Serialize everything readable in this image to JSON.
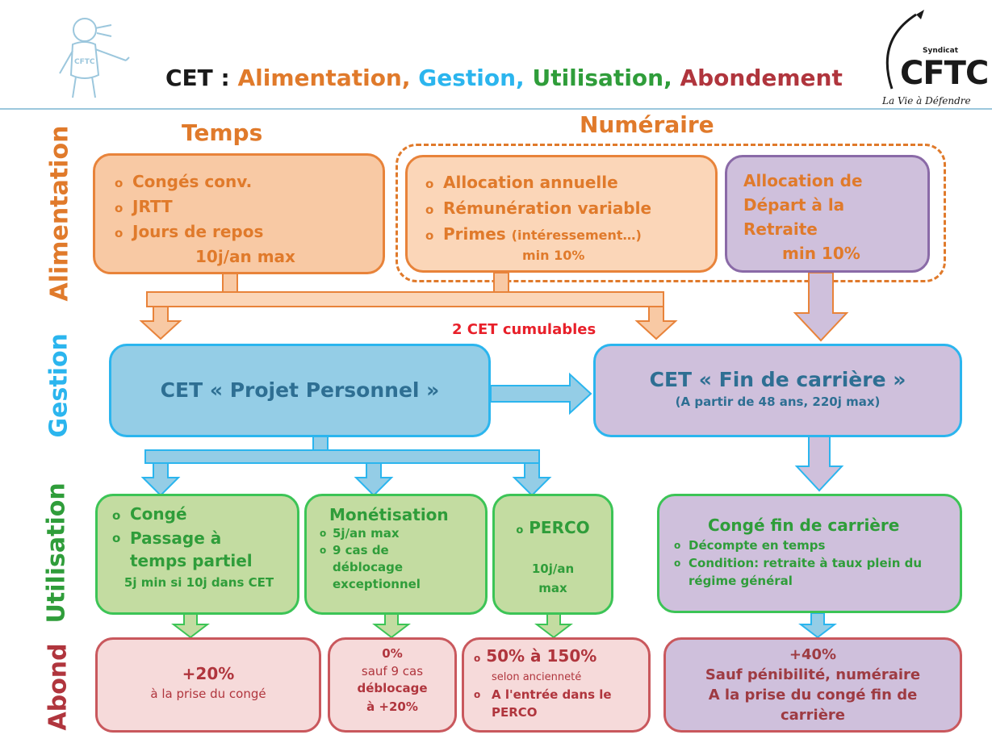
{
  "header": {
    "title_prefix": "CET : ",
    "title_alim": "Alimentation,",
    "title_gestion": "Gestion,",
    "title_util": "Utilisation,",
    "title_abond": "Abondement",
    "logo_small": "Syndicat",
    "logo_main": "CFTC",
    "logo_slogan": "La Vie à Défendre",
    "mascot_label": "CFTC"
  },
  "side_labels": {
    "alimentation": "Alimentation",
    "gestion": "Gestion",
    "utilisation": "Utilisation",
    "abond": "Abond"
  },
  "headings": {
    "temps": "Temps",
    "numeraire": "Numéraire"
  },
  "alimentation": {
    "temps_items": [
      "Congés  conv.",
      "JRTT",
      "Jours de repos"
    ],
    "temps_note": "10j/an  max",
    "numeraire_items": [
      "Allocation annuelle",
      "Rémunération  variable",
      "Primes"
    ],
    "primes_detail": "(intéressement…)",
    "numeraire_note": "min 10%",
    "retraite_lines": [
      "Allocation de",
      "Départ à la",
      "Retraite"
    ],
    "retraite_note": "min 10%"
  },
  "cumul_label": "2 CET  cumulables",
  "gestion": {
    "projet": "CET « Projet Personnel »",
    "fin_title": "CET « Fin de carrière »",
    "fin_sub": "(A partir de 48 ans, 220j max)"
  },
  "utilisation": {
    "conge_items": [
      "Congé",
      "Passage à temps partiel"
    ],
    "conge_note": "5j min si 10j dans CET",
    "monet_title": "Monétisation",
    "monet_items": [
      "5j/an max",
      "9 cas de déblocage exceptionnel"
    ],
    "perco_item": "PERCO",
    "perco_note": "10j/an max",
    "fin_title": "Congé  fin de carrière",
    "fin_items": [
      "Décompte en temps",
      "Condition: retraite à taux plein du régime général"
    ]
  },
  "abond": {
    "a1_main": "+20%",
    "a1_sub": "à la prise du congé",
    "a2_lines": [
      "0%",
      "sauf 9 cas",
      "déblocage",
      "à +20%"
    ],
    "a3_items": [
      "50% à 150%",
      "A l'entrée dans le PERCO"
    ],
    "a3_sub": "selon ancienneté",
    "a4_lines": [
      "+40%",
      "Sauf pénibilité, numéraire",
      "A la prise du congé fin de carrière"
    ]
  },
  "colors": {
    "orange": "#e07a2b",
    "blue": "#2bb5ee",
    "green": "#2f9d3a",
    "abond": "#b0353d",
    "red": "#e8202a"
  }
}
